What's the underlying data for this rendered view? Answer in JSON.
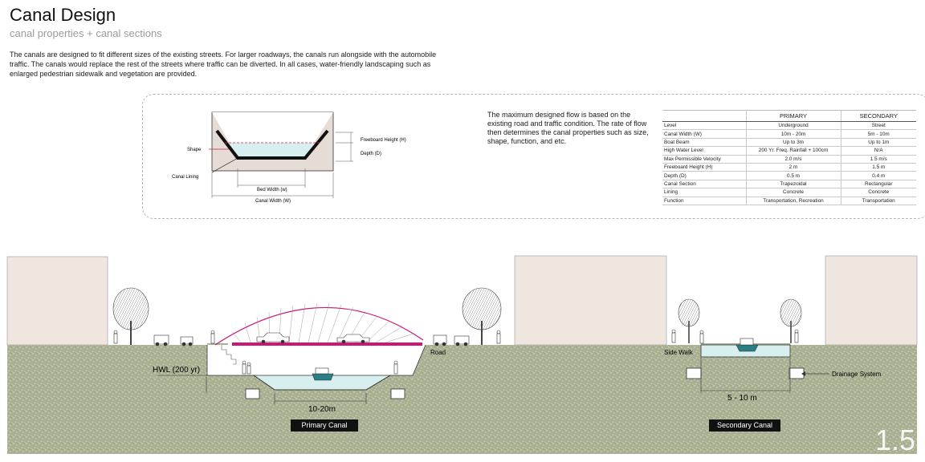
{
  "header": {
    "title": "Canal Design",
    "subtitle": "canal properties + canal sections",
    "intro": "The canals are designed to fit different sizes of the existing streets. For larger roadways, the canals run alongside with the automobile traffic. The canals would replace the rest of the streets where traffic can be diverted. In all cases, water-friendly landscaping such as enlarged pedestrian sidewalk and vegetation are provided."
  },
  "section_diagram": {
    "labels": {
      "shape": "Shape",
      "canal_lining": "Canal Lining",
      "freeboard": "Freeboard Height (H)",
      "depth": "Depth (D)",
      "bed_width": "Bed Width (w)",
      "canal_width": "Canal Width (W)"
    }
  },
  "flow_text": "The maximum designed flow is based on the existing road and traffic condition. The rate of flow then determines the canal properties such as size, shape, function, and etc.",
  "properties_table": {
    "columns": [
      "",
      "PRIMARY",
      "SECONDARY"
    ],
    "rows": [
      [
        "Level",
        "Underground",
        "Street"
      ],
      [
        "Canal Width (W)",
        "10m - 20m",
        "5m - 10m"
      ],
      [
        "Boat Beam",
        "Up to 3m",
        "Up to 1m"
      ],
      [
        "High Water Level",
        "200 Yr. Freq. Rainfall + 100cm",
        "N/A"
      ],
      [
        "Max Permissible Velocity",
        "2.0 m/s",
        "1.5 m/s"
      ],
      [
        "Freeboard Height (H)",
        "2 m",
        "1.5 m"
      ],
      [
        "Depth (D)",
        "0.5 m",
        "0.4 m"
      ],
      [
        "Canal Section",
        "Trapezoidal",
        "Rectangular"
      ],
      [
        "Lining",
        "Concrete",
        "Concrete"
      ],
      [
        "Function",
        "Transportation,  Recreation",
        "Transportation"
      ]
    ]
  },
  "sections": {
    "primary": {
      "hwl": "HWL (200 yr)",
      "road": "Road",
      "width": "10-20m",
      "caption": "Primary Canal"
    },
    "secondary": {
      "side_walk": "Side Walk",
      "drainage": "Drainage System",
      "width": "5 - 10 m",
      "caption": "Secondary Canal"
    }
  },
  "page_number": "1.5",
  "colors": {
    "ground": "#a9b192",
    "water": "#d8efef",
    "bridge": "#c8187a",
    "buildings": "#efe6e0"
  }
}
